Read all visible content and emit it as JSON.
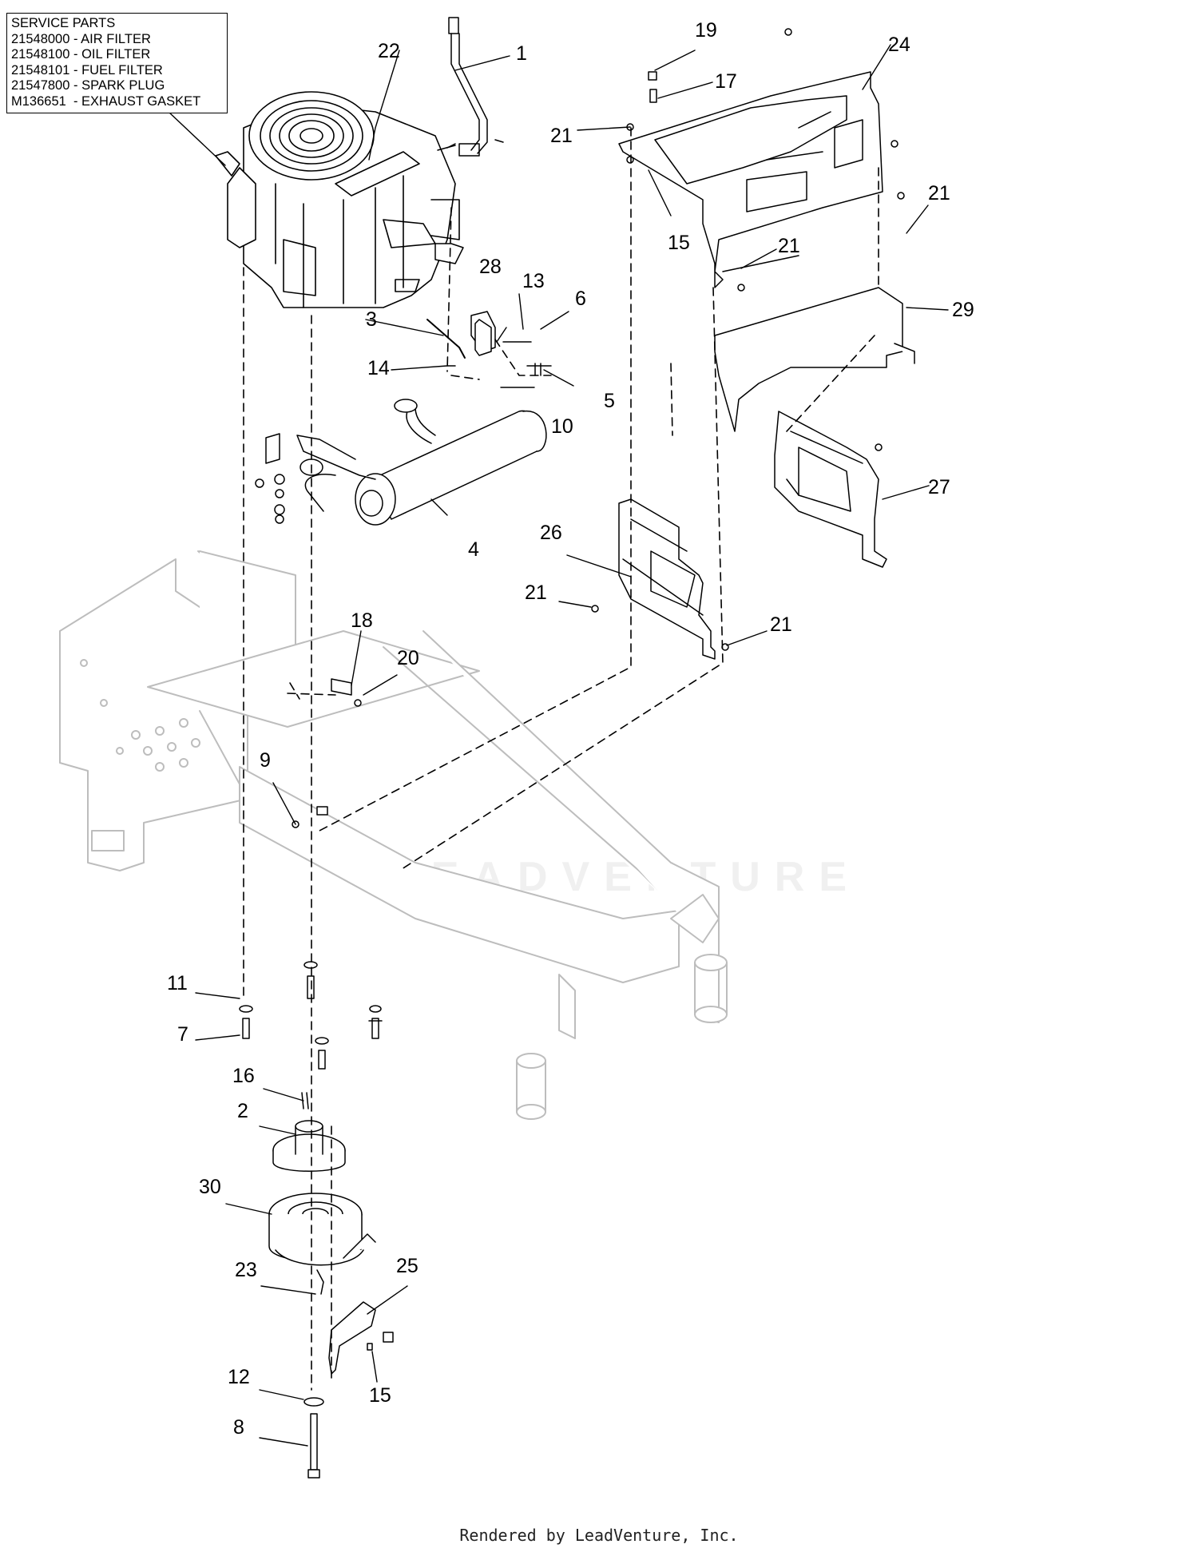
{
  "service_parts": {
    "title": "SERVICE PARTS",
    "items": [
      "21548000 - AIR FILTER",
      "21548100 - OIL FILTER",
      "21548101 - FUEL FILTER",
      "21547800 - SPARK PLUG",
      "M136651  - EXHAUST GASKET"
    ]
  },
  "callouts": {
    "c1": "1",
    "c2": "2",
    "c3": "3",
    "c4": "4",
    "c5": "5",
    "c6": "6",
    "c7": "7",
    "c8": "8",
    "c9": "9",
    "c10": "10",
    "c11": "11",
    "c12": "12",
    "c13": "13",
    "c14": "14",
    "c15a": "15",
    "c15b": "15",
    "c16": "16",
    "c17": "17",
    "c18": "18",
    "c19": "19",
    "c20": "20",
    "c21a": "21",
    "c21b": "21",
    "c21c": "21",
    "c21d": "21",
    "c21e": "21",
    "c22": "22",
    "c23": "23",
    "c24": "24",
    "c25": "25",
    "c26": "26",
    "c27": "27",
    "c28": "28",
    "c29": "29",
    "c30": "30"
  },
  "watermark": "LEADVENTURE",
  "footer": "Rendered by LeadVenture, Inc."
}
